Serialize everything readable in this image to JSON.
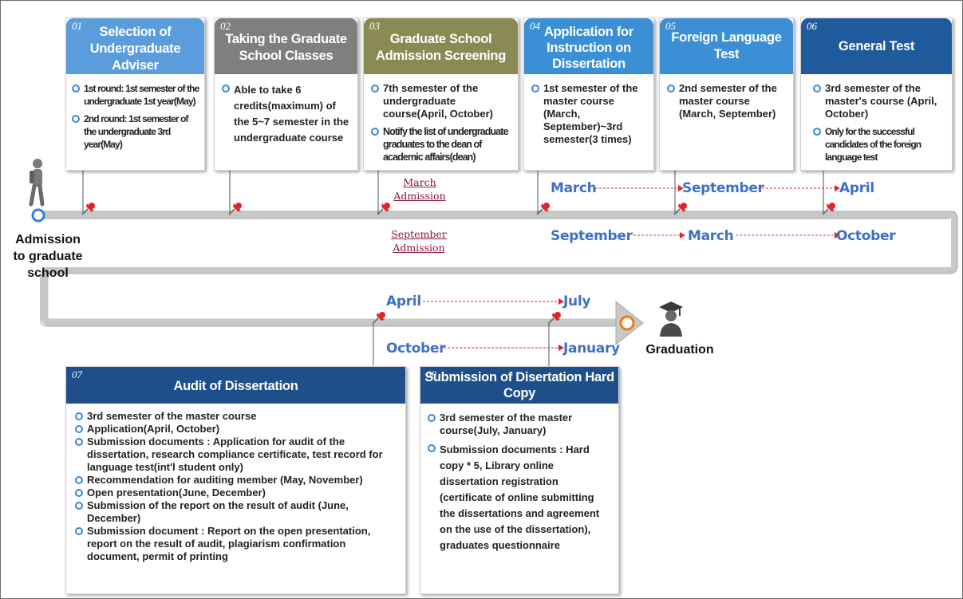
{
  "steps_top": [
    {
      "num": "01",
      "title": "Selection of Undergraduate Adviser",
      "color": "#5b9ddc",
      "items": [
        "1st round: 1st semester of the undergraduate 1st year(May)",
        "2nd round: 1st semester of the undergraduate 3rd year(May)"
      ]
    },
    {
      "num": "02",
      "title": "Taking the Graduate School Classes",
      "color": "#7f7f7f",
      "items": [
        "Able to take 6 credits(maximum) of the 5~7 semester in the undergraduate course"
      ]
    },
    {
      "num": "03",
      "title": "Graduate School Admission Screening",
      "color": "#8a8a54",
      "items": [
        "7th semester of the undergraduate course(April, October)",
        "Notify the list of undergraduate graduates to the dean of academic affairs(dean)"
      ]
    },
    {
      "num": "04",
      "title": "Application for Instruction on Dissertation",
      "color": "#3b8fd4",
      "items": [
        "1st semester of the master course (March, September)~3rd semester(3 times)"
      ]
    },
    {
      "num": "05",
      "title": "Foreign Language Test",
      "color": "#3b8fd4",
      "items": [
        "2nd semester of the master course (March, September)"
      ]
    },
    {
      "num": "06",
      "title": "General Test",
      "color": "#1f5a9c",
      "items": [
        "3rd semester of the master's course (April, October)",
        "Only for the successful candidates of the foreign language test"
      ]
    }
  ],
  "admission": {
    "march": "March Admission",
    "september": "September Admission",
    "march_row": [
      "March",
      "September",
      "April"
    ],
    "september_row": [
      "September",
      "March",
      "October"
    ]
  },
  "start_label": "Admission to graduate school",
  "end_label": "Graduation",
  "bottom_months": {
    "row1": [
      "April",
      "July"
    ],
    "row2": [
      "October",
      "January"
    ]
  },
  "steps_bottom": [
    {
      "num": "07",
      "title": "Audit of Dissertation",
      "color": "#1f4f8b",
      "items": [
        "3rd semester of the master course",
        "Application(April, October)",
        "Submission documents : Application for audit of the dissertation, research compliance certificate, test record for language test(int'l student only)",
        "Recommendation for auditing member (May, November)",
        "Open presentation(June, December)",
        "Submission of the report on the result of audit (June, December)",
        "Submission document : Report on the open presentation, report on the result of audit, plagiarism confirmation document, permit of printing"
      ]
    },
    {
      "num": "08",
      "title": "Submission of Disertation Hard Copy",
      "color": "#1f4f8b",
      "items": [
        "3rd semester of the master course(July, January)",
        "Submission documents : Hard copy * 5, Library online dissertation registration (certificate of online submitting the dissertations and agreement on the use of the dissertation), graduates questionnaire"
      ]
    }
  ]
}
